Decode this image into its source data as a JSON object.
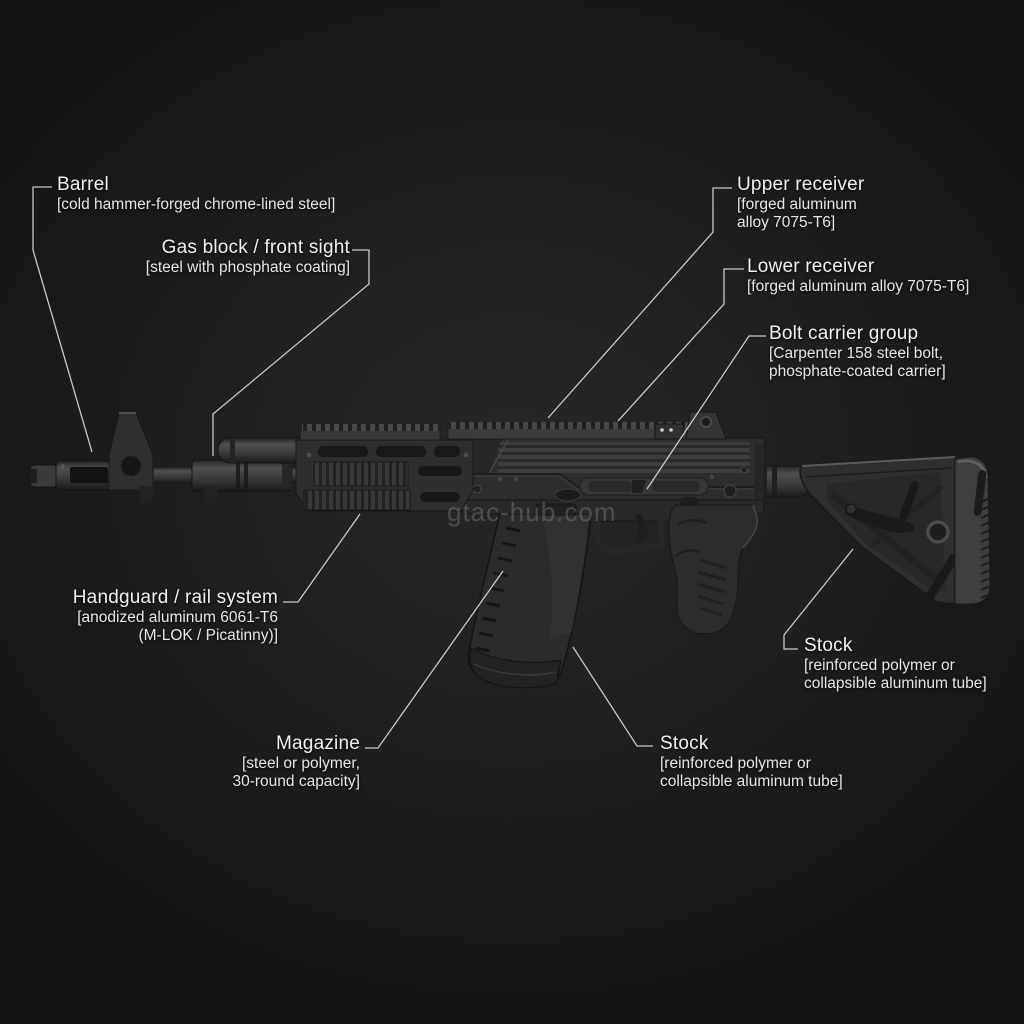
{
  "watermark": {
    "text": "gtac-hub.com"
  },
  "diagram": {
    "colors": {
      "background": "#1c1b1a",
      "text": "#f0f0f0",
      "leader_line": "#d8d8d8",
      "rifle_body": "#2d2d2d"
    },
    "labels": [
      {
        "id": "barrel",
        "title": "Barrel",
        "details": [
          "[cold hammer-forged chrome-lined steel]"
        ]
      },
      {
        "id": "gas-block",
        "title": "Gas block / front sight",
        "details": [
          "[steel with phosphate coating]"
        ]
      },
      {
        "id": "upper-receiver",
        "title": "Upper receiver",
        "details": [
          "[forged aluminum",
          "alloy 7075-T6]"
        ]
      },
      {
        "id": "lower-receiver",
        "title": "Lower receiver",
        "details": [
          "[forged aluminum alloy 7075-T6]"
        ]
      },
      {
        "id": "bolt-carrier-group",
        "title": "Bolt carrier group",
        "details": [
          "[Carpenter 158 steel bolt,",
          "phosphate-coated carrier]"
        ]
      },
      {
        "id": "handguard",
        "title": "Handguard / rail system",
        "details": [
          "[anodized aluminum 6061-T6",
          "(M-LOK / Picatinny)]"
        ]
      },
      {
        "id": "magazine",
        "title": "Magazine",
        "details": [
          "[steel or polymer,",
          "30-round capacity]"
        ]
      },
      {
        "id": "stock-bottom",
        "title": "Stock",
        "details": [
          "[reinforced polymer or",
          "collapsible aluminum tube]"
        ]
      },
      {
        "id": "stock-right",
        "title": "Stock",
        "details": [
          "[reinforced polymer or",
          "collapsible aluminum tube]"
        ]
      }
    ]
  }
}
